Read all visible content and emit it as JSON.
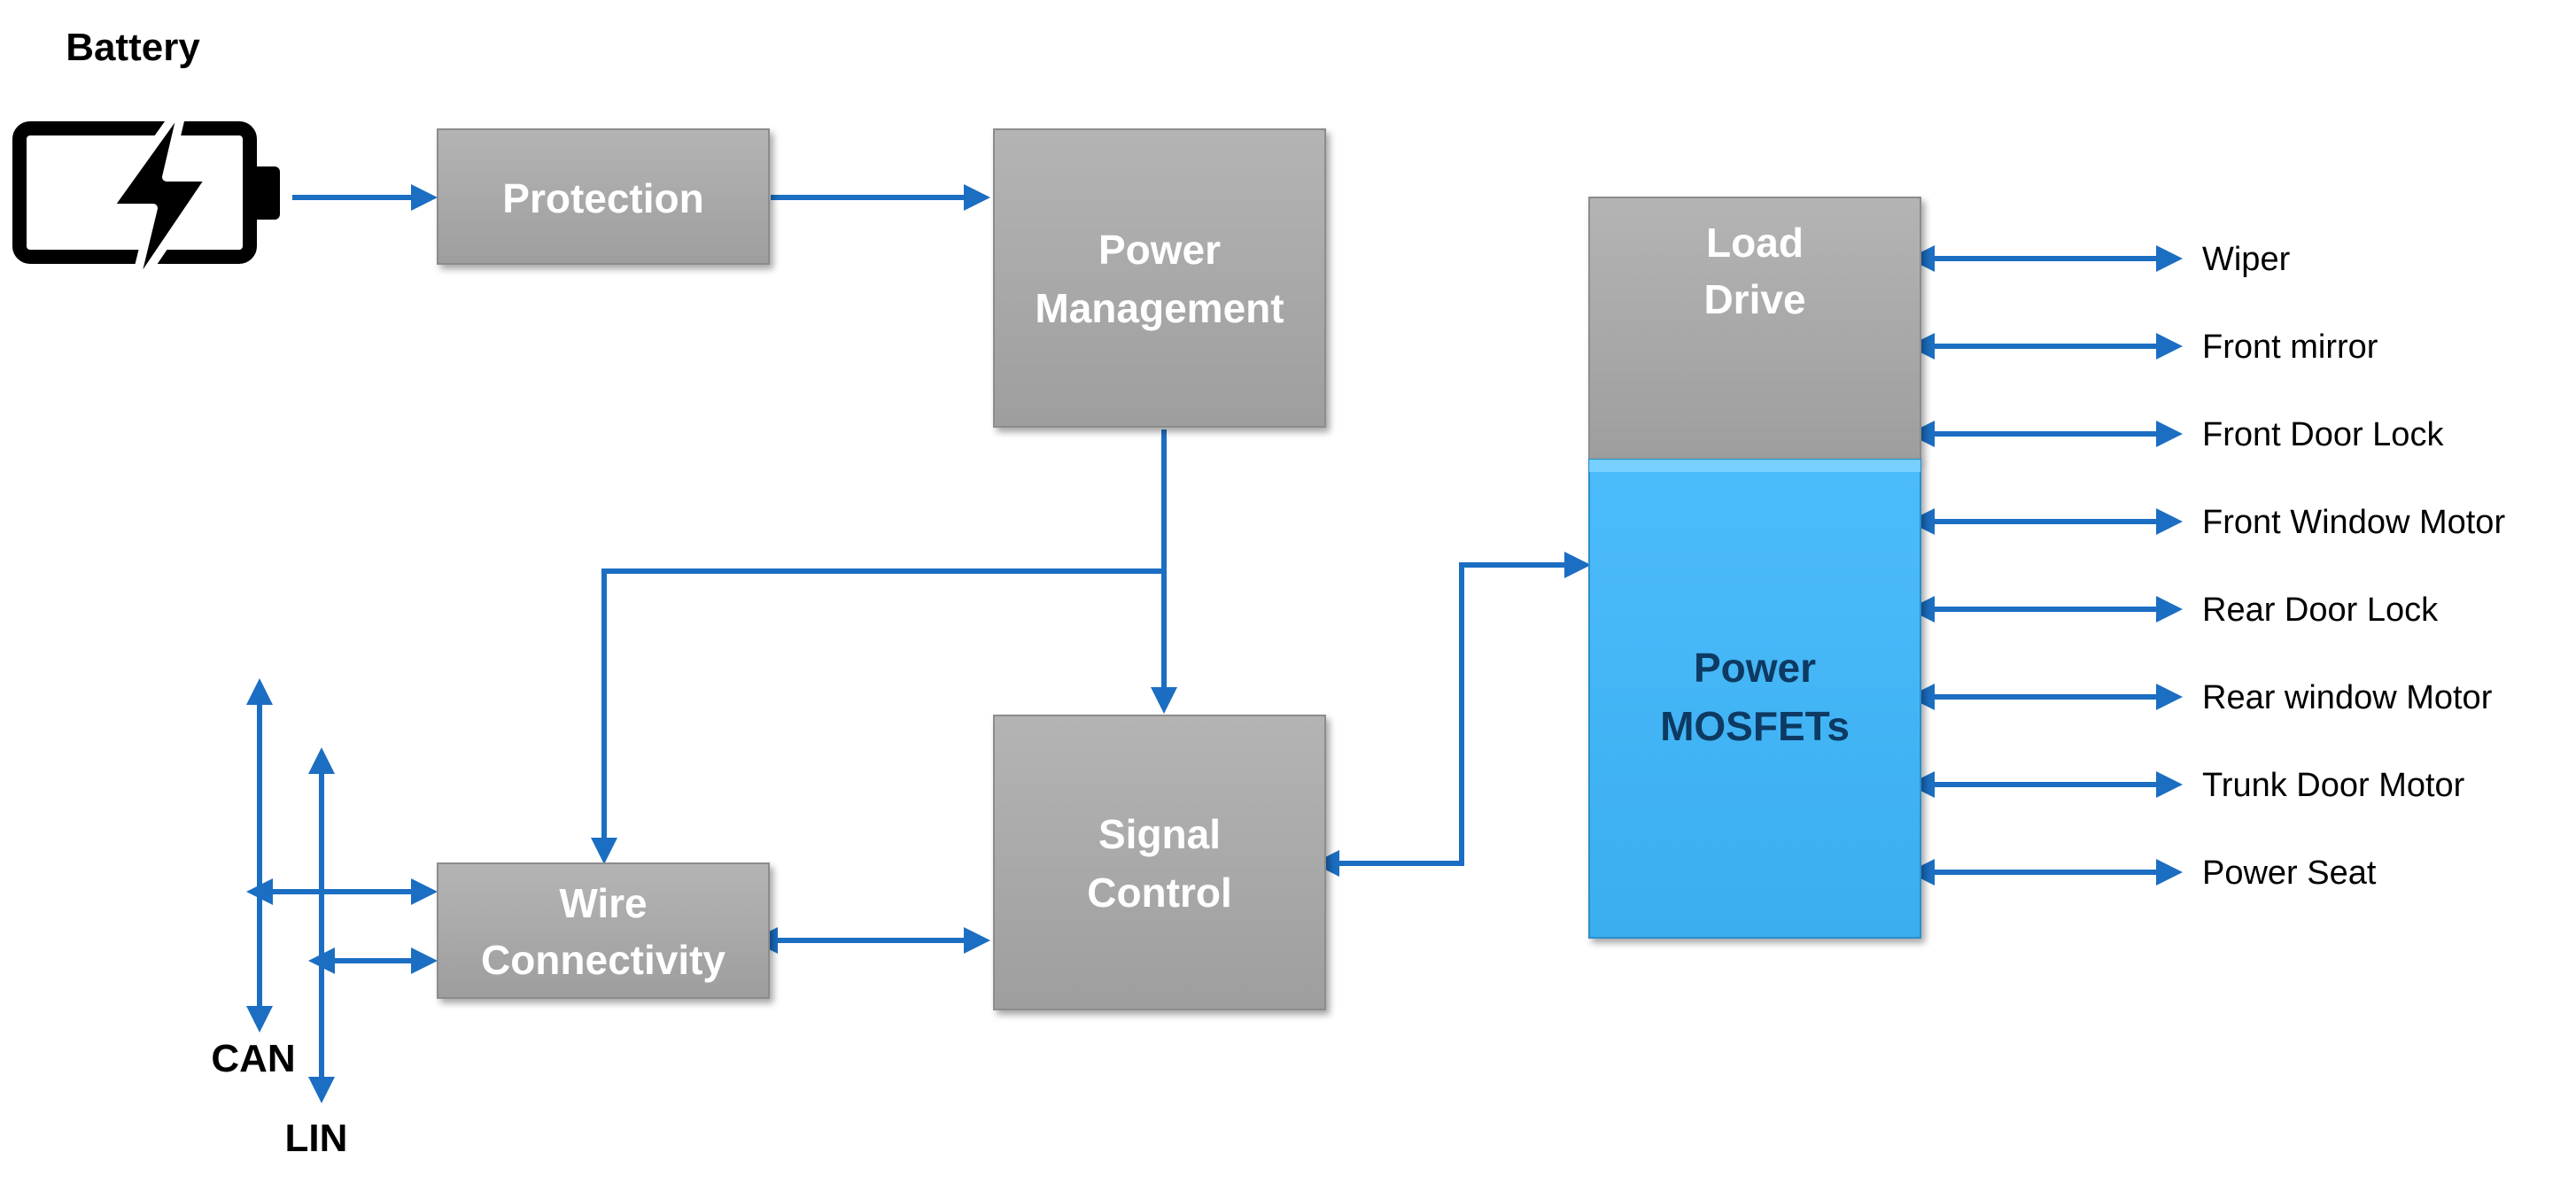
{
  "battery": {
    "label": "Battery"
  },
  "blocks": {
    "protection": [
      "Protection"
    ],
    "power_management": [
      "Power",
      "Management"
    ],
    "signal_control": [
      "Signal",
      "Control"
    ],
    "wire_connectivity": [
      "Wire",
      "Connectivity"
    ],
    "load_drive": [
      "Load",
      "Drive"
    ],
    "power_mosfets": [
      "Power",
      "MOSFETs"
    ]
  },
  "bus": {
    "can": "CAN",
    "lin": "LIN"
  },
  "loads": [
    "Wiper",
    "Front mirror",
    "Front Door Lock",
    "Front Window Motor",
    "Rear Door Lock",
    "Rear window Motor",
    "Trunk Door Motor",
    "Power Seat"
  ],
  "colors": {
    "wire": "#1b6ec2",
    "block_gray": "#a8a8a8",
    "mosfet_blue": "#44b6f6",
    "mosfet_text": "#0d3a62"
  }
}
